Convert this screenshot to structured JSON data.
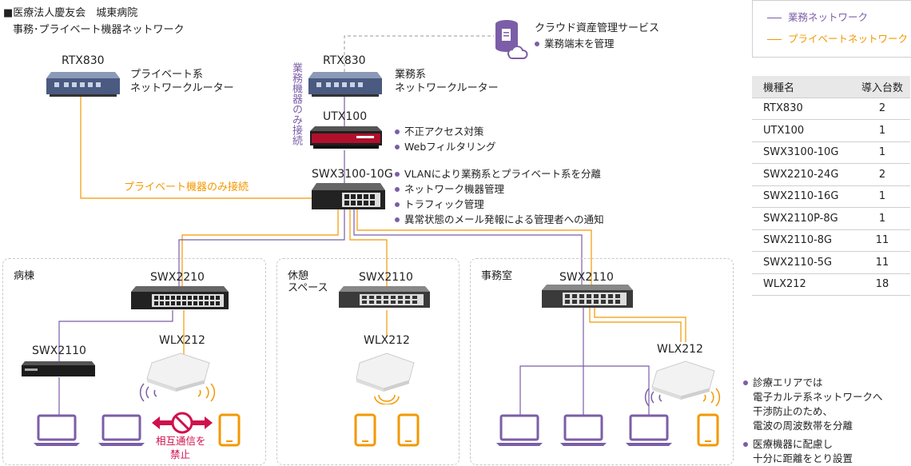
{
  "header": {
    "org": "■医療法人慶友会　城東病院",
    "subtitle": "事務･プライベート機器ネットワーク"
  },
  "legend": {
    "business": "業務ネットワーク",
    "private": "プライベートネットワーク",
    "business_color": "#7b5ea7",
    "private_color": "#f39800"
  },
  "cloud": {
    "title": "クラウド資産管理サービス",
    "bullet": "業務端末を管理"
  },
  "devices": {
    "rtx_private_model": "RTX830",
    "rtx_private_desc1": "プライベート系",
    "rtx_private_desc2": "ネットワークルーター",
    "rtx_business_model": "RTX830",
    "rtx_business_desc1": "業務系",
    "rtx_business_desc2": "ネットワークルーター",
    "business_only_label": "業務機器のみ接続",
    "utx_model": "UTX100",
    "utx_bullets": [
      "不正アクセス対策",
      "Webフィルタリング"
    ],
    "core_model": "SWX3100-10G",
    "core_bullets": [
      "VLANにより業務系とプライベート系を分離",
      "ネットワーク機器管理",
      "トラフィック管理",
      "異常状態のメール発報による管理者への通知"
    ],
    "private_only_label": "プライベート機器のみ接続"
  },
  "zones": {
    "ward": {
      "name": "病棟",
      "switch": "SWX2210",
      "sub_switch": "SWX2110",
      "ap": "WLX212",
      "ban_line1": "相互通信を",
      "ban_line2": "禁止"
    },
    "rest": {
      "name_line1": "休憩",
      "name_line2": "スペース",
      "switch": "SWX2110",
      "ap": "WLX212"
    },
    "office": {
      "name": "事務室",
      "switch": "SWX2110",
      "ap": "WLX212"
    }
  },
  "table": {
    "header_model": "機種名",
    "header_count": "導入台数",
    "rows": [
      {
        "model": "RTX830",
        "count": "2"
      },
      {
        "model": "UTX100",
        "count": "1"
      },
      {
        "model": "SWX3100-10G",
        "count": "1"
      },
      {
        "model": "SWX2210-24G",
        "count": "2"
      },
      {
        "model": "SWX2110-16G",
        "count": "1"
      },
      {
        "model": "SWX2110P-8G",
        "count": "1"
      },
      {
        "model": "SWX2110-8G",
        "count": "11"
      },
      {
        "model": "SWX2110-5G",
        "count": "11"
      },
      {
        "model": "WLX212",
        "count": "18"
      }
    ]
  },
  "notes": {
    "note1": [
      "診療エリアでは",
      "電子カルテ系ネットワークへ",
      "干渉防止のため、",
      "電波の周波数帯を分離"
    ],
    "note2": [
      "医療機器に配慮し",
      "十分に距離をとり設置"
    ]
  }
}
